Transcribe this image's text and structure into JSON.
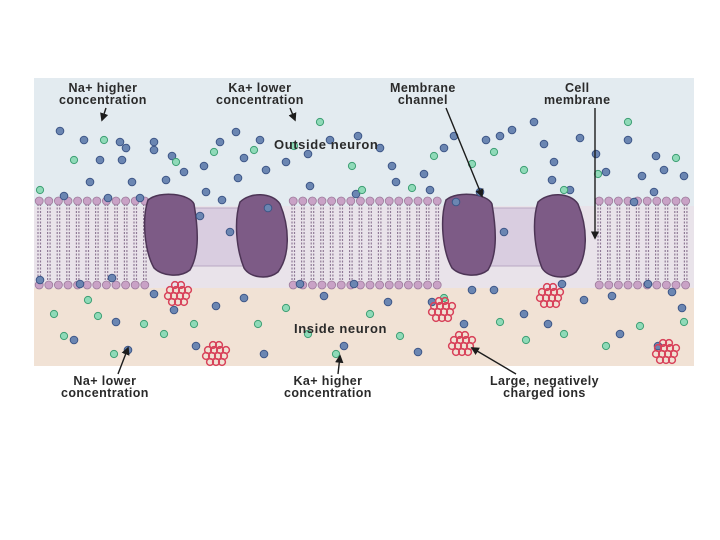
{
  "labels": {
    "na_outside": [
      "Na+ higher",
      "concentration"
    ],
    "k_outside": [
      "Ka+ lower",
      "concentration"
    ],
    "membrane_channel": [
      "Membrane",
      "channel"
    ],
    "cell_membrane": [
      "Cell",
      "membrane"
    ],
    "outside_neuron": "Outside neuron",
    "inside_neuron": "Inside neuron",
    "na_inside": [
      "Na+ lower",
      "concentration"
    ],
    "k_inside": [
      "Ka+ higher",
      "concentration"
    ],
    "large_ions": [
      "Large, negatively",
      "charged ions"
    ]
  },
  "colors": {
    "outside_bg": "#e3ebf0",
    "inside_bg": "#f1e2d5",
    "na_ion": "#6b86b2",
    "k_ion": "#8fdab8",
    "large_ion": "#d8425a",
    "channel": "#7d5b86",
    "channel_inner": "#d9cde0",
    "lipid_head": "#c9a2c6",
    "lipid_tail": "#8f7a96"
  }
}
